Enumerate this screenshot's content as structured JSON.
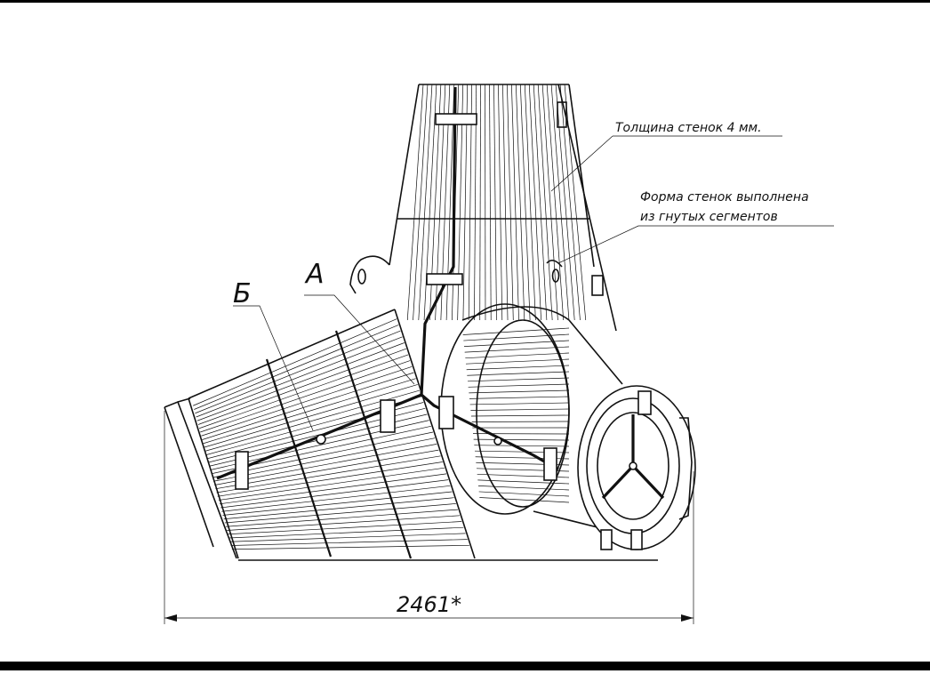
{
  "annotations": {
    "wall_thickness": "Толщина стенок 4 мм.",
    "wall_shape_line1": "Форма стенок выполнена",
    "wall_shape_line2": "из гнутых сегментов"
  },
  "section_labels": {
    "a": "А",
    "b": "Б"
  },
  "dimension": {
    "overall_width": "2461*"
  },
  "colors": {
    "ink": "#111111",
    "background": "#ffffff",
    "frame_bar": "#000000"
  }
}
